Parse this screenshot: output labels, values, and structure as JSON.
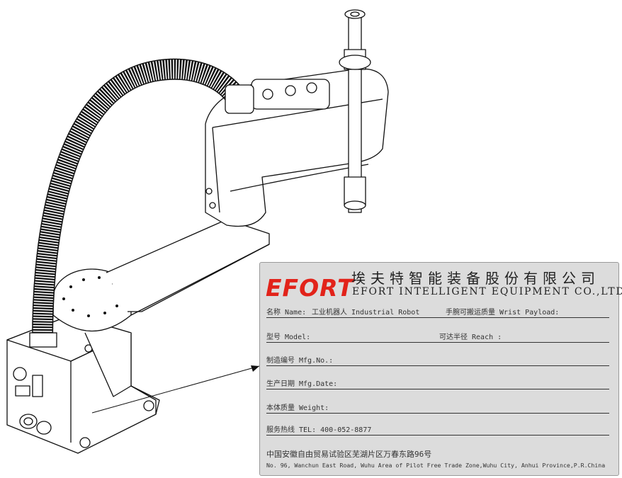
{
  "nameplate": {
    "logo": "EFORT",
    "company_cn": "埃夫特智能装备股份有限公司",
    "company_en": "EFORT INTELLIGENT EQUIPMENT CO.,LTD",
    "company_en_dot": ".",
    "name_label": "名称 Name:",
    "name_value": "工业机器人 Industrial Robot",
    "payload_label": "手腕可搬运质量 Wrist Payload:",
    "model_label": "型号 Model:",
    "reach_label": "可达半径 Reach :",
    "mfg_no_label": "制造编号 Mfg.No.:",
    "mfg_date_label": "生产日期 Mfg.Date:",
    "weight_label": "本体质量 Weight:",
    "hotline_label": "服务热线 TEL: 400-052-8877",
    "address_cn": "中国安徽自由贸易试验区芜湖片区万春东路96号",
    "address_en": "No. 96, Wanchun East Road, Wuhu Area of Pilot Free Trade Zone,Wuhu City, Anhui Province,P.R.China"
  },
  "colors": {
    "logo": "#e2231a",
    "plate_bg": "#dcdcdc",
    "line": "#222222",
    "dot": "#2a9d3a"
  }
}
